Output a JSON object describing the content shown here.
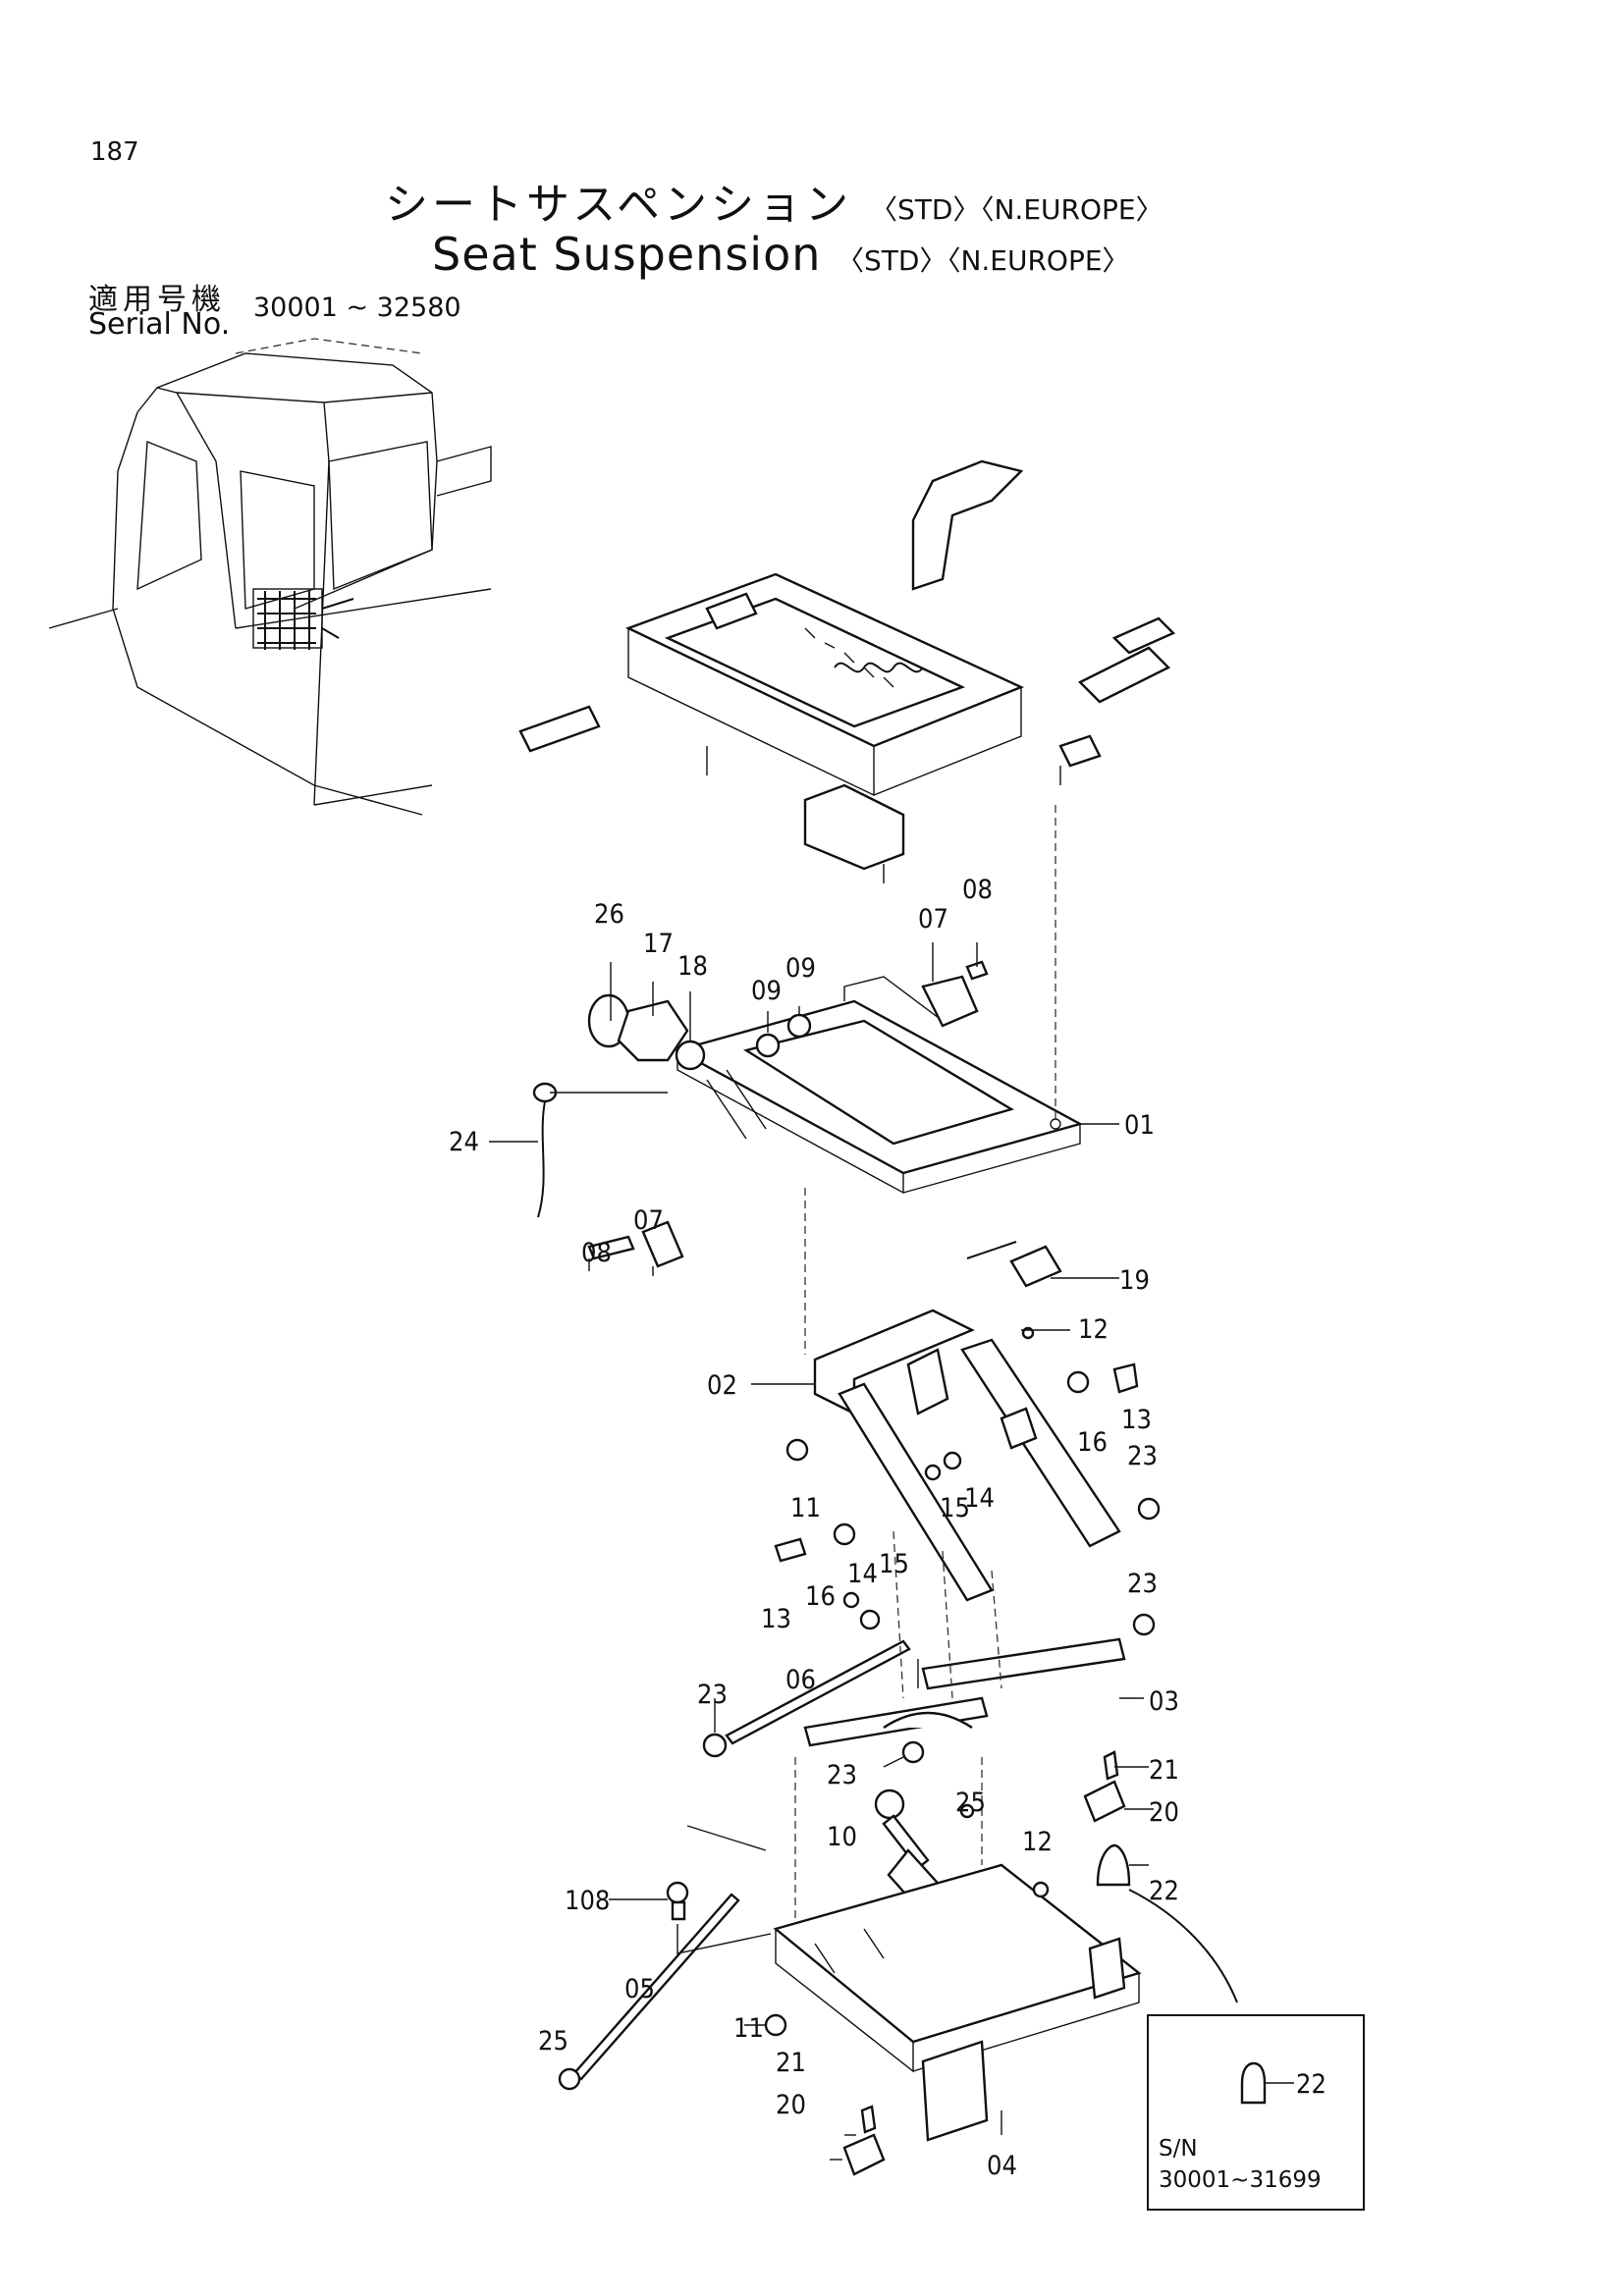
{
  "page_number": "187",
  "title_jp": "シートサスペンション",
  "title_en": "Seat Suspension",
  "title_tags": "〈STD〉〈N.EUROPE〉",
  "serial_label_jp": "適用号機",
  "serial_label_en": "Serial No.",
  "serial_range": "30001 ~ 32580",
  "callouts": {
    "p01": "01",
    "p02": "02",
    "p03": "03",
    "p04": "04",
    "p05": "05",
    "p06": "06",
    "p07": "07",
    "p08": "08",
    "p09": "09",
    "p10": "10",
    "p11": "11",
    "p12": "12",
    "p13": "13",
    "p14": "14",
    "p15": "15",
    "p16": "16",
    "p17": "17",
    "p18": "18",
    "p19": "19",
    "p20": "20",
    "p21": "21",
    "p22": "22",
    "p23": "23",
    "p24": "24",
    "p25": "25",
    "p26": "26",
    "p108": "108"
  },
  "inset": {
    "part": "22",
    "sn_label": "S/N",
    "sn_range": "30001~31699"
  }
}
